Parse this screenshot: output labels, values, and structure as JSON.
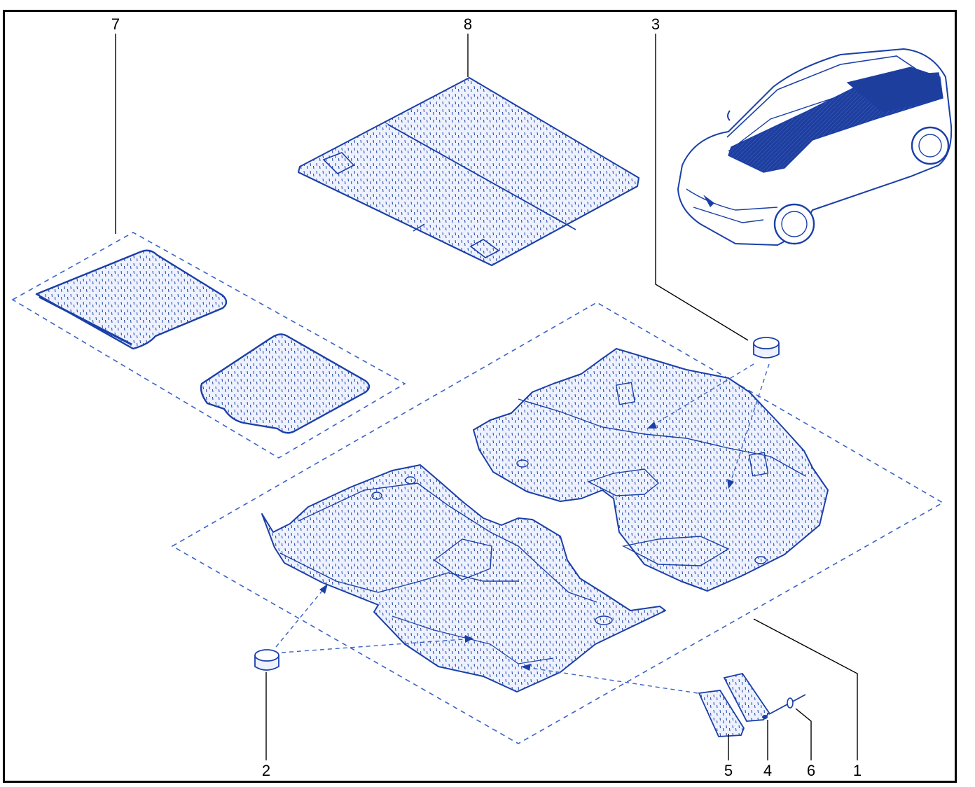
{
  "diagram": {
    "callouts": [
      {
        "id": "1",
        "label": "1"
      },
      {
        "id": "2",
        "label": "2"
      },
      {
        "id": "3",
        "label": "3"
      },
      {
        "id": "4",
        "label": "4"
      },
      {
        "id": "5",
        "label": "5"
      },
      {
        "id": "6",
        "label": "6"
      },
      {
        "id": "7",
        "label": "7"
      },
      {
        "id": "8",
        "label": "8"
      }
    ]
  },
  "colors": {
    "line": "#1a3fa8",
    "fill_light": "#eef2ff",
    "fill_dark": "#1e3e9e",
    "leader": "#000000",
    "frame": "#000000"
  }
}
